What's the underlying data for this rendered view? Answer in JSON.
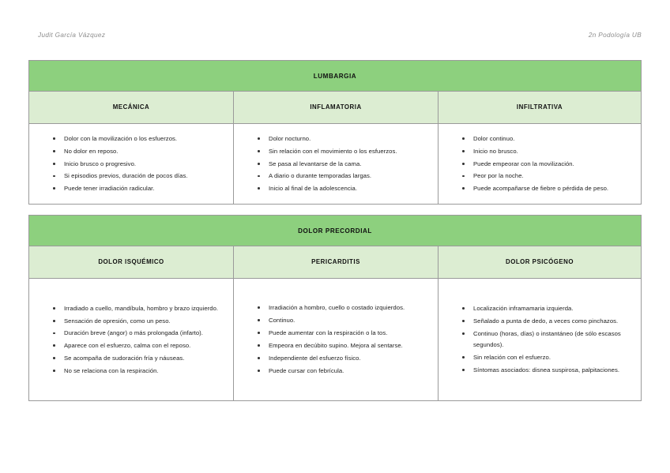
{
  "header": {
    "left": "Judit García Vázquez",
    "right": "2n Podología UB"
  },
  "colors": {
    "title_green": "#8DD07E",
    "subhead_green": "#DCEDD2",
    "border_gray": "#9A9A9A",
    "header_text_gray": "#8D8D8D",
    "body_text": "#222222",
    "page_background": "#FFFFFF"
  },
  "tables": [
    {
      "title": "LUMBARGIA",
      "columns": [
        {
          "header": "MECÁNICA",
          "items": [
            "Dolor con la movilización o los esfuerzos.",
            "No dolor en reposo.",
            "Inicio brusco o progresivo.",
            "Si episodios previos, duración de pocos días.",
            "Puede tener irradiación radicular."
          ]
        },
        {
          "header": "INFLAMATORIA",
          "items": [
            "Dolor nocturno.",
            "Sin relación con el movimiento o los esfuerzos.",
            "Se pasa al levantarse de la cama.",
            "A diario o durante temporadas largas.",
            "Inicio al final de la adolescencia."
          ]
        },
        {
          "header": "INFILTRATIVA",
          "items": [
            "Dolor continuo.",
            "Inicio no brusco.",
            "Puede empeorar con la movilización.",
            "Peor por la noche.",
            "Puede acompañarse de fiebre o pérdida de peso."
          ]
        }
      ]
    },
    {
      "title": "DOLOR PRECORDIAL",
      "columns": [
        {
          "header": "DOLOR ISQUÉMICO",
          "items": [
            "Irradiado a cuello, mandíbula, hombro y brazo izquierdo.",
            "Sensación de opresión, como un peso.",
            "Duración breve (angor) o más prolongada (infarto).",
            "Aparece con el esfuerzo, calma con el reposo.",
            "Se acompaña de sudoración fría y náuseas.",
            "No se relaciona con la respiración."
          ]
        },
        {
          "header": "PERICARDITIS",
          "items": [
            "Irradiación a hombro, cuello o costado izquierdos.",
            "Continuo.",
            "Puede aumentar con la respiración o la tos.",
            "Empeora en decúbito supino. Mejora al sentarse.",
            "Independiente del esfuerzo físico.",
            "Puede cursar con febrícula."
          ]
        },
        {
          "header": "DOLOR PSICÓGENO",
          "items": [
            "Localización inframamaria izquierda.",
            "Señalado a punta de dedo, a veces como pinchazos.",
            "Continuo (horas, días) o instantáneo (de sólo escasos segundos).",
            "Sin relación con el esfuerzo.",
            "Síntomas asociados: disnea suspirosa, palpitaciones."
          ]
        }
      ]
    }
  ]
}
